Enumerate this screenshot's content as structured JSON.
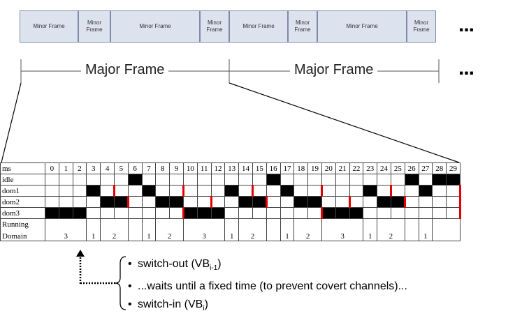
{
  "minor_frames": [
    {
      "label": "Minor Frame"
    },
    {
      "label": "Minor Frame"
    },
    {
      "label": "Minor Frame"
    },
    {
      "label": "Minor Frame"
    },
    {
      "label": "Minor Frame"
    },
    {
      "label": "Minor Frame"
    },
    {
      "label": "Minor Frame"
    },
    {
      "label": "Minor Frame"
    }
  ],
  "ellipsis": "...",
  "major_frames": [
    "Major Frame",
    "Major Frame"
  ],
  "table": {
    "header_label": "ms",
    "ms": [
      "0",
      "1",
      "2",
      "3",
      "4",
      "5",
      "6",
      "7",
      "8",
      "9",
      "10",
      "11",
      "12",
      "13",
      "14",
      "15",
      "16",
      "17",
      "18",
      "19",
      "20",
      "21",
      "22",
      "23",
      "24",
      "25",
      "26",
      "27",
      "28",
      "29"
    ],
    "rows": [
      {
        "label": "idle",
        "filled": [
          6,
          16,
          26,
          28,
          29
        ],
        "red": []
      },
      {
        "label": "dom1",
        "filled": [
          3,
          7,
          13,
          17,
          23,
          27
        ],
        "red": [
          4,
          9,
          14,
          19,
          24,
          29
        ]
      },
      {
        "label": "dom2",
        "filled": [
          4,
          5,
          8,
          9,
          14,
          15,
          18,
          19,
          24,
          25
        ],
        "red": [
          5,
          11,
          15,
          21,
          25,
          29
        ]
      },
      {
        "label": "dom3",
        "filled": [
          0,
          1,
          2,
          10,
          11,
          12,
          20,
          21,
          22
        ],
        "red": [
          9,
          19,
          29
        ]
      }
    ],
    "running_label": "Running",
    "domain_label": "Domain",
    "running_domains": [
      {
        "span": [
          0,
          2
        ],
        "value": "3"
      },
      {
        "span": [
          3,
          3
        ],
        "value": "1"
      },
      {
        "span": [
          4,
          5
        ],
        "value": "2"
      },
      {
        "span": [
          6,
          6
        ],
        "value": ""
      },
      {
        "span": [
          7,
          7
        ],
        "value": "1"
      },
      {
        "span": [
          8,
          9
        ],
        "value": "2"
      },
      {
        "span": [
          10,
          12
        ],
        "value": "3"
      },
      {
        "span": [
          13,
          13
        ],
        "value": "1"
      },
      {
        "span": [
          14,
          15
        ],
        "value": "2"
      },
      {
        "span": [
          16,
          16
        ],
        "value": ""
      },
      {
        "span": [
          17,
          17
        ],
        "value": "1"
      },
      {
        "span": [
          18,
          19
        ],
        "value": "2"
      },
      {
        "span": [
          20,
          22
        ],
        "value": "3"
      },
      {
        "span": [
          23,
          23
        ],
        "value": "1"
      },
      {
        "span": [
          24,
          25
        ],
        "value": "2"
      },
      {
        "span": [
          26,
          26
        ],
        "value": ""
      },
      {
        "span": [
          27,
          27
        ],
        "value": "1"
      },
      {
        "span": [
          28,
          29
        ],
        "value": ""
      }
    ]
  },
  "bullets": [
    {
      "text": "switch-out (VB",
      "sub": "i-1",
      "after": ")"
    },
    {
      "text": "...waits until a fixed time (to prevent covert channels)...",
      "sub": "",
      "after": ""
    },
    {
      "text": "switch-in (VB",
      "sub": "i",
      "after": ")"
    }
  ],
  "bullet_char": "•"
}
